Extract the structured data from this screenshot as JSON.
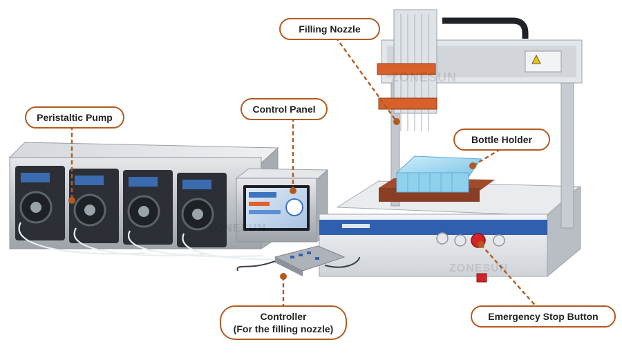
{
  "labels": {
    "filling_nozzle": "Filling Nozzle",
    "peristaltic_pump": "Peristaltic Pump",
    "control_panel": "Control Panel",
    "bottle_holder": "Bottle Holder",
    "controller_line1": "Controller",
    "controller_line2": "(For the filling nozzle)",
    "emergency_stop_button": "Emergency Stop Button"
  },
  "watermark": "ZONESUN",
  "colors": {
    "accent": "#b35a1f",
    "steel": "#c9ccd0",
    "frame_blue": "#2f5fae",
    "nozzle_clamp": "#d8602a",
    "holder_brown": "#8a3e26",
    "estop_red": "#d2232a",
    "plate_blue": "#9fd6ee"
  }
}
